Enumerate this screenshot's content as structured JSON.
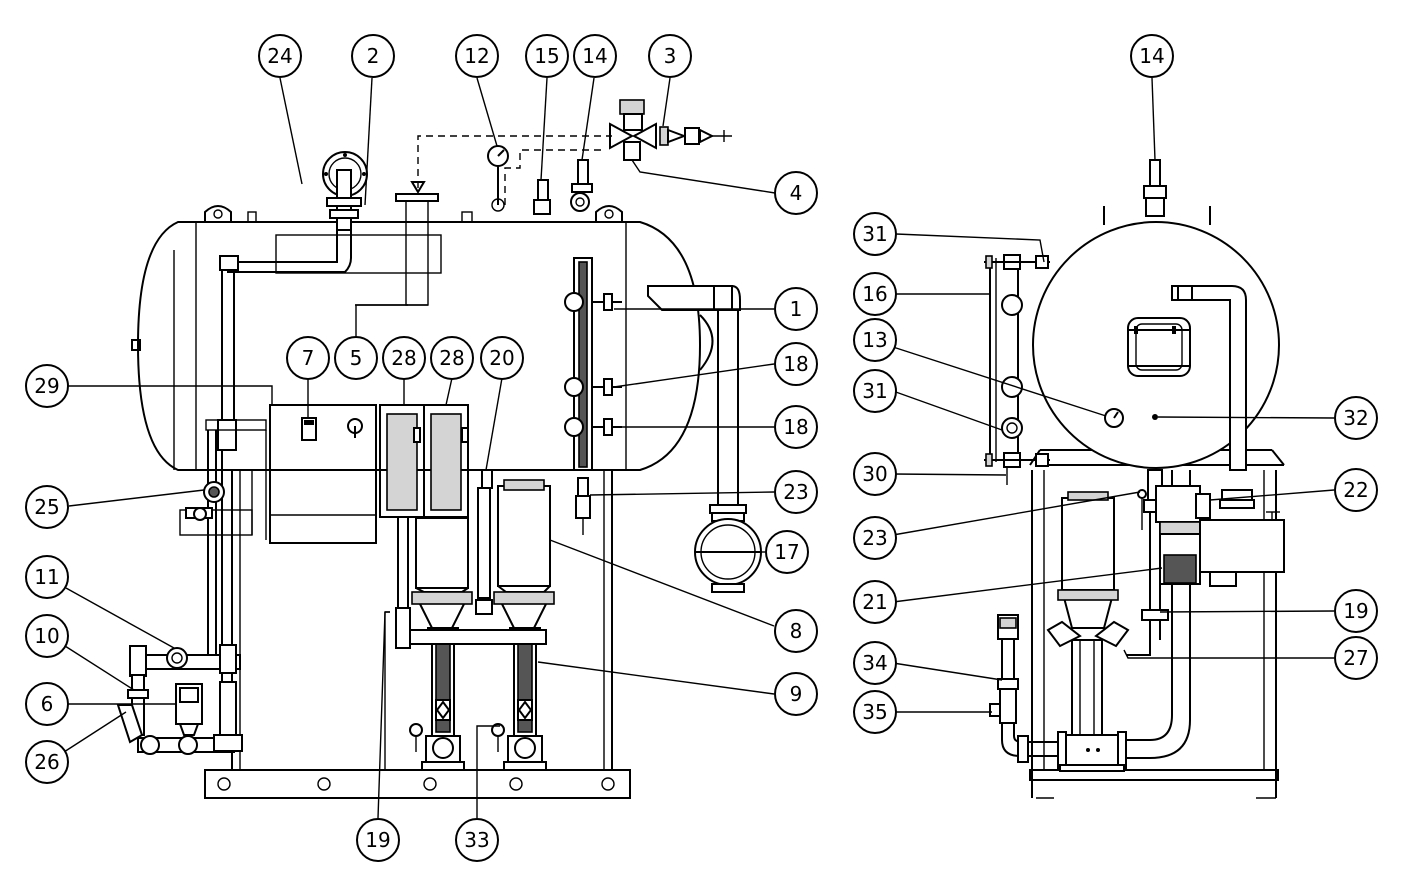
{
  "diagram": {
    "callouts_front": [
      "24",
      "2",
      "12",
      "15",
      "14",
      "3",
      "4",
      "1",
      "5",
      "7",
      "28",
      "28",
      "20",
      "18",
      "18",
      "29",
      "25",
      "23",
      "17",
      "11",
      "8",
      "10",
      "6",
      "9",
      "26",
      "19",
      "33"
    ],
    "callouts_side": [
      "14",
      "31",
      "16",
      "13",
      "31",
      "32",
      "30",
      "22",
      "23",
      "21",
      "19",
      "34",
      "27",
      "35"
    ]
  }
}
